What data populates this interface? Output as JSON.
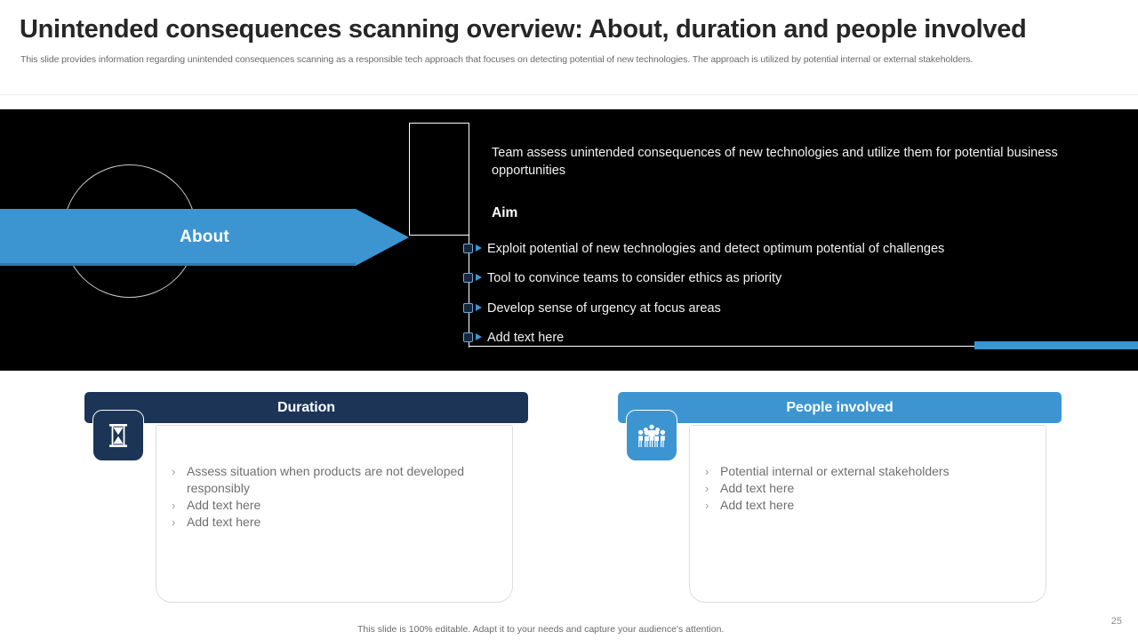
{
  "header": {
    "title": "Unintended consequences scanning overview: About, duration and people involved",
    "subtitle": "This slide provides information regarding unintended consequences scanning as a responsible tech approach that focuses on detecting potential of new technologies. The approach is utilized by potential internal or external stakeholders."
  },
  "about_section": {
    "arrow_label": "About",
    "intro_text": "Team assess unintended consequences of new technologies and utilize them for potential business opportunities",
    "aim_heading": "Aim",
    "aim_items": [
      "Exploit potential of new technologies and detect optimum potential of challenges",
      "Tool to convince teams to consider ethics as priority",
      "Develop sense of urgency at focus areas",
      "Add text here"
    ]
  },
  "cards": [
    {
      "title": "Duration",
      "icon": "hourglass-icon",
      "accent": "#1c3557",
      "items": [
        "Assess situation when products are not developed responsibly",
        "Add text here",
        "Add text here"
      ]
    },
    {
      "title": "People involved",
      "icon": "people-group-icon",
      "accent": "#3c95d1",
      "items": [
        "Potential internal or external stakeholders",
        "Add text here",
        "Add text here"
      ]
    }
  ],
  "footer": {
    "note": "This slide is 100% editable. Adapt it to your needs and capture your audience's attention.",
    "page_number": "25"
  },
  "colors": {
    "brand_blue": "#3c95d1",
    "navy": "#1c3557",
    "dark_band": "#000000"
  }
}
